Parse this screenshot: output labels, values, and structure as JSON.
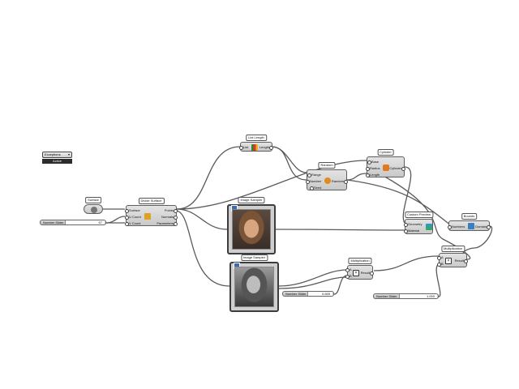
{
  "status": {
    "exceptions_label": "Exceptions",
    "state": "Active"
  },
  "nodes": {
    "surface": {
      "title": "Surface"
    },
    "divide_surface": {
      "title": "Divide Surface",
      "inputs": [
        "Surface",
        "U Count",
        "V Count"
      ],
      "outputs": [
        "Points",
        "Normals",
        "Parameters"
      ]
    },
    "list_length": {
      "title": "List Length",
      "input": "List",
      "output": "Length"
    },
    "random": {
      "title": "Random",
      "inputs": [
        "Range",
        "Number",
        "Seed"
      ],
      "output": "Random"
    },
    "cylinder": {
      "title": "Cylinder",
      "inputs": [
        "Base",
        "Radius",
        "Length"
      ],
      "output": "Cylinder"
    },
    "custom_preview": {
      "title": "Custom Preview",
      "inputs": [
        "Geometry",
        "Material"
      ]
    },
    "bounds": {
      "title": "Bounds",
      "input": "Numbers",
      "output": "Domain"
    },
    "image_sampler_1": {
      "title": "Image Sampler"
    },
    "image_sampler_2": {
      "title": "Image Sampler"
    },
    "multiplication_1": {
      "title": "Multiplication",
      "inputs": [
        "A",
        "B"
      ],
      "output": "Result"
    },
    "multiplication_2": {
      "title": "Multiplication",
      "inputs": [
        "A",
        "B"
      ],
      "output": "Result"
    }
  },
  "sliders": [
    {
      "label": "Number Slider",
      "value": "67"
    },
    {
      "label": "Number Slider",
      "value": "0.655"
    },
    {
      "label": "Number Slider",
      "value": "1.000"
    }
  ],
  "colors": {
    "canvas": "#ffffff",
    "node": "#d4d4d4",
    "wire": "#5a5a5a",
    "active": "#2c2c2c"
  }
}
